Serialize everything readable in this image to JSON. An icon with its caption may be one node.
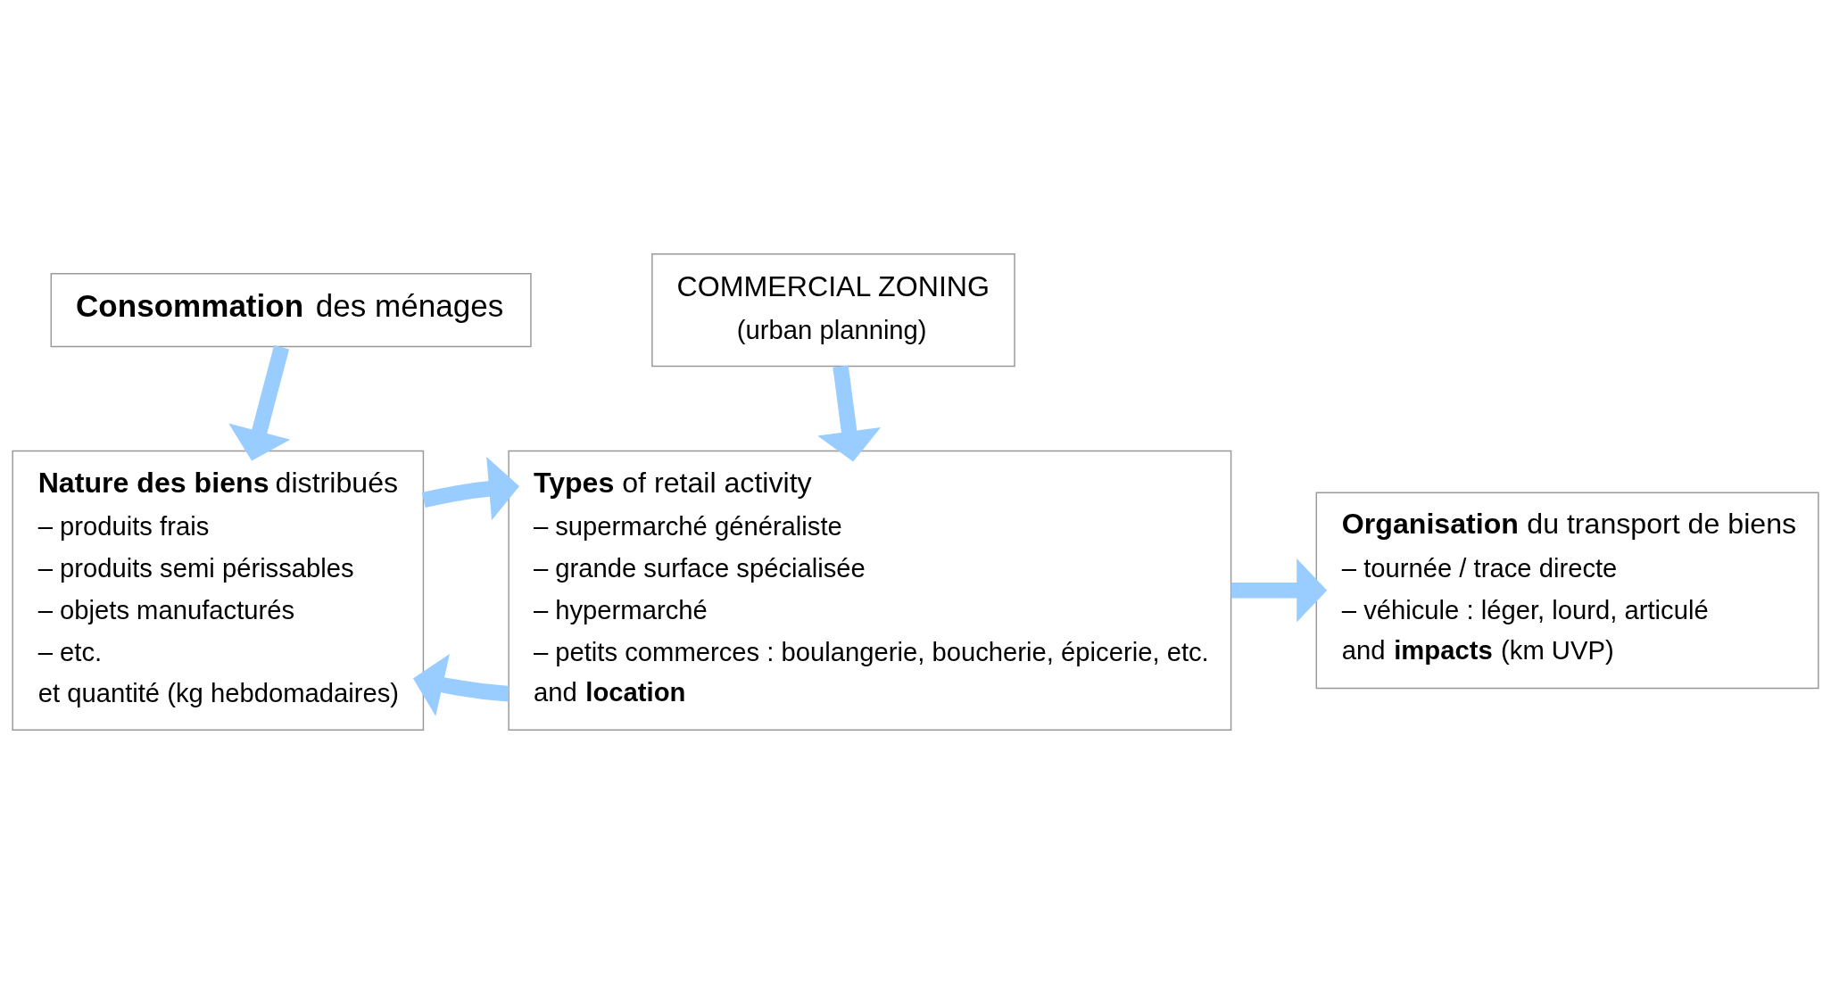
{
  "diagram": {
    "nodes": [
      {
        "text": [
          "**Consommation** des ménages"
        ]
      },
      {
        "text": [
          "COMMERCIAL ZONING",
          "(urban planning)"
        ]
      },
      {
        "text": [
          "**Nature des biens** distribués",
          "– produits frais",
          "– produits semi périssables",
          "– objets manufacturés",
          "– etc.",
          "et quantité (kg hebdomadaires)"
        ]
      },
      {
        "text": [
          "**Types** of retail activity",
          "– supermarché généraliste",
          "– grande surface spécialisée",
          "– hypermarché",
          "– petits commerces : boulangerie, boucherie, épicerie, etc.",
          "and **location**"
        ]
      },
      {
        "text": [
          "**Organisation** du transport de biens",
          "– tournée / trace directe",
          "– véhicule : léger, lourd, articulé",
          "and **impacts** (km UVP)"
        ]
      }
    ],
    "edges": [
      {
        "from": 0,
        "to": 2,
        "arrow": "to"
      },
      {
        "from": 1,
        "to": 3,
        "arrow": "to"
      },
      {
        "from": 3,
        "to": 2,
        "arrow": "to"
      },
      {
        "from": 2,
        "to": 3,
        "arrow": "to"
      },
      {
        "from": 3,
        "to": 4,
        "arrow": "to"
      }
    ]
  }
}
